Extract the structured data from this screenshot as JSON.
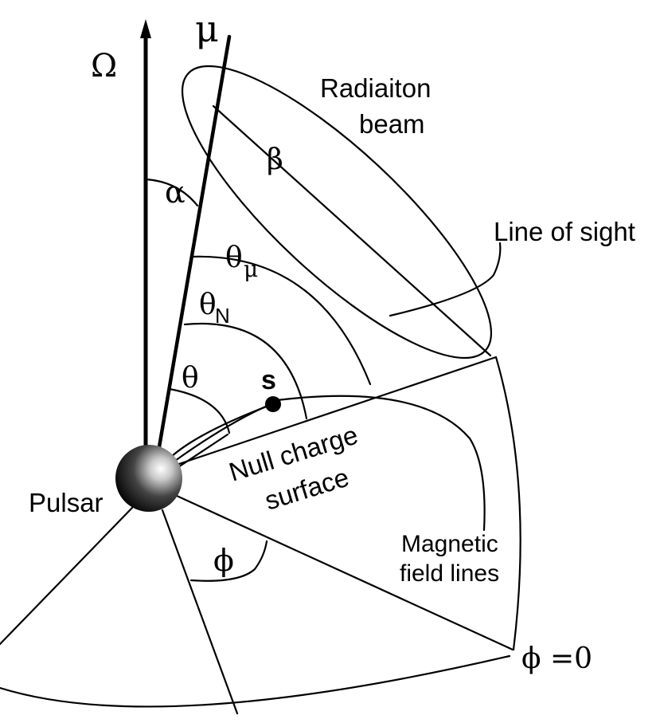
{
  "labels": {
    "omega": "Ω",
    "mu": "μ",
    "radiation_beam_line1": "Radiaiton",
    "radiation_beam_line2": "beam",
    "beta": "β",
    "line_of_sight": "Line of sight",
    "alpha": "α",
    "theta_mu": "θ",
    "theta_mu_sub": "μ",
    "theta_n": "θ",
    "theta_n_sub": "N",
    "theta": "θ",
    "s_point": "s",
    "null_charge_line1": "Null charge",
    "null_charge_line2": "surface",
    "pulsar": "Pulsar",
    "magnetic_line1": "Magnetic",
    "magnetic_line2": "field lines",
    "phi": "ϕ",
    "phi_zero": "ϕ =0"
  }
}
